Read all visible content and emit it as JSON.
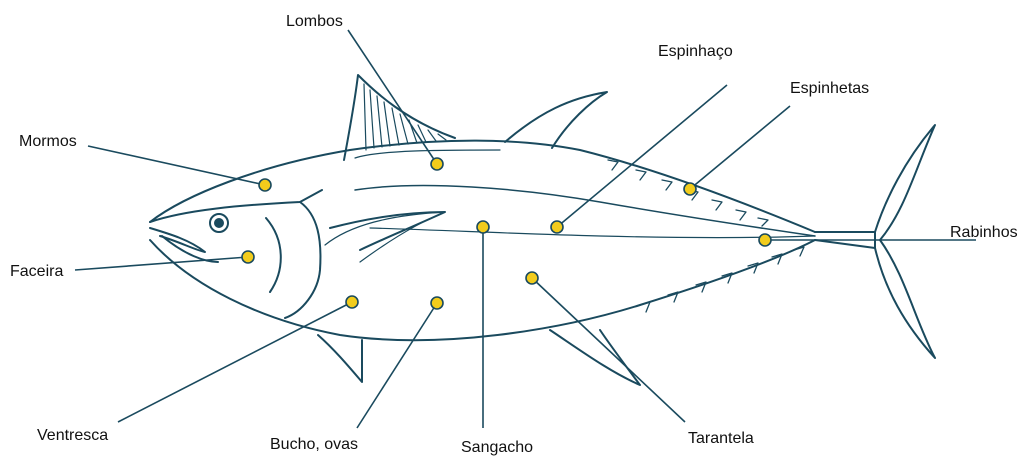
{
  "colors": {
    "outline": "#1a4a5e",
    "marker_fill": "#f2cc1c",
    "marker_stroke": "#1a4a5e",
    "label_text": "#111111",
    "background": "#ffffff"
  },
  "labels": {
    "lombos": "Lombos",
    "espinhaco": "Espinhaço",
    "espinhetas": "Espinhetas",
    "mormos": "Mormos",
    "rabinhos": "Rabinhos",
    "faceira": "Faceira",
    "ventresca": "Ventresca",
    "bucho_ovas": "Bucho, ovas",
    "sangacho": "Sangacho",
    "tarantela": "Tarantela"
  }
}
